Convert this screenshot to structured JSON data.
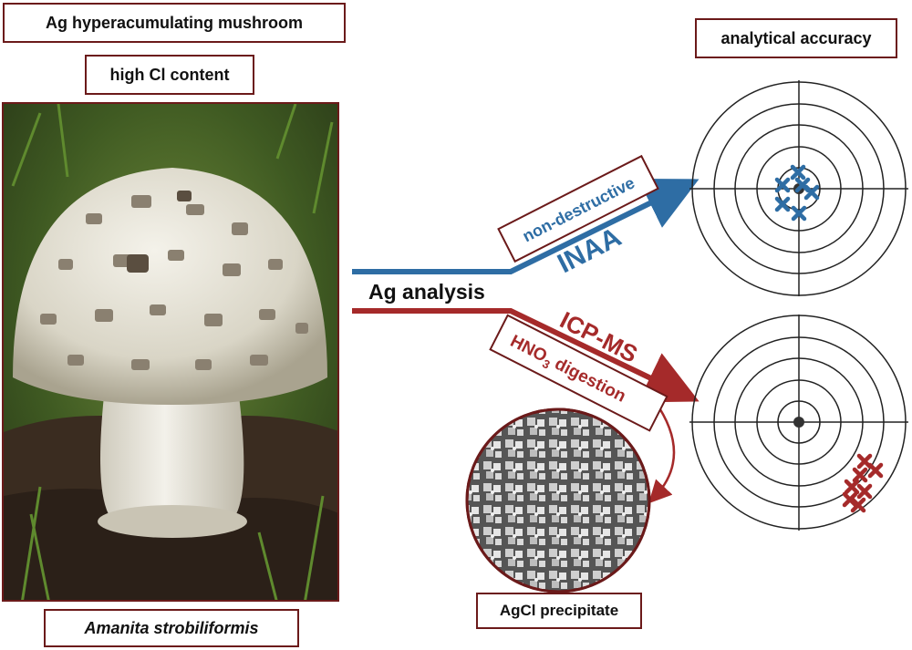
{
  "labels": {
    "mushroom_title": "Ag hyperacumulating mushroom",
    "chlorine": "high Cl content",
    "species": "Amanita strobiliformis",
    "accuracy": "analytical accuracy",
    "ag_analysis": "Ag analysis",
    "non_destructive": "non-destructive",
    "inaa": "INAA",
    "icpms": "ICP-MS",
    "digestion_pre": "HNO",
    "digestion_sub": "3",
    "digestion_post": " digestion",
    "precipitate": "AgCl precipitate"
  },
  "colors": {
    "box_border": "#6b1a1a",
    "inaa_blue": "#2e6da4",
    "icpms_red": "#a52a2a",
    "target_line": "#222222"
  },
  "icons": {
    "blue_marker": "x-cross",
    "red_marker": "x-cross"
  }
}
